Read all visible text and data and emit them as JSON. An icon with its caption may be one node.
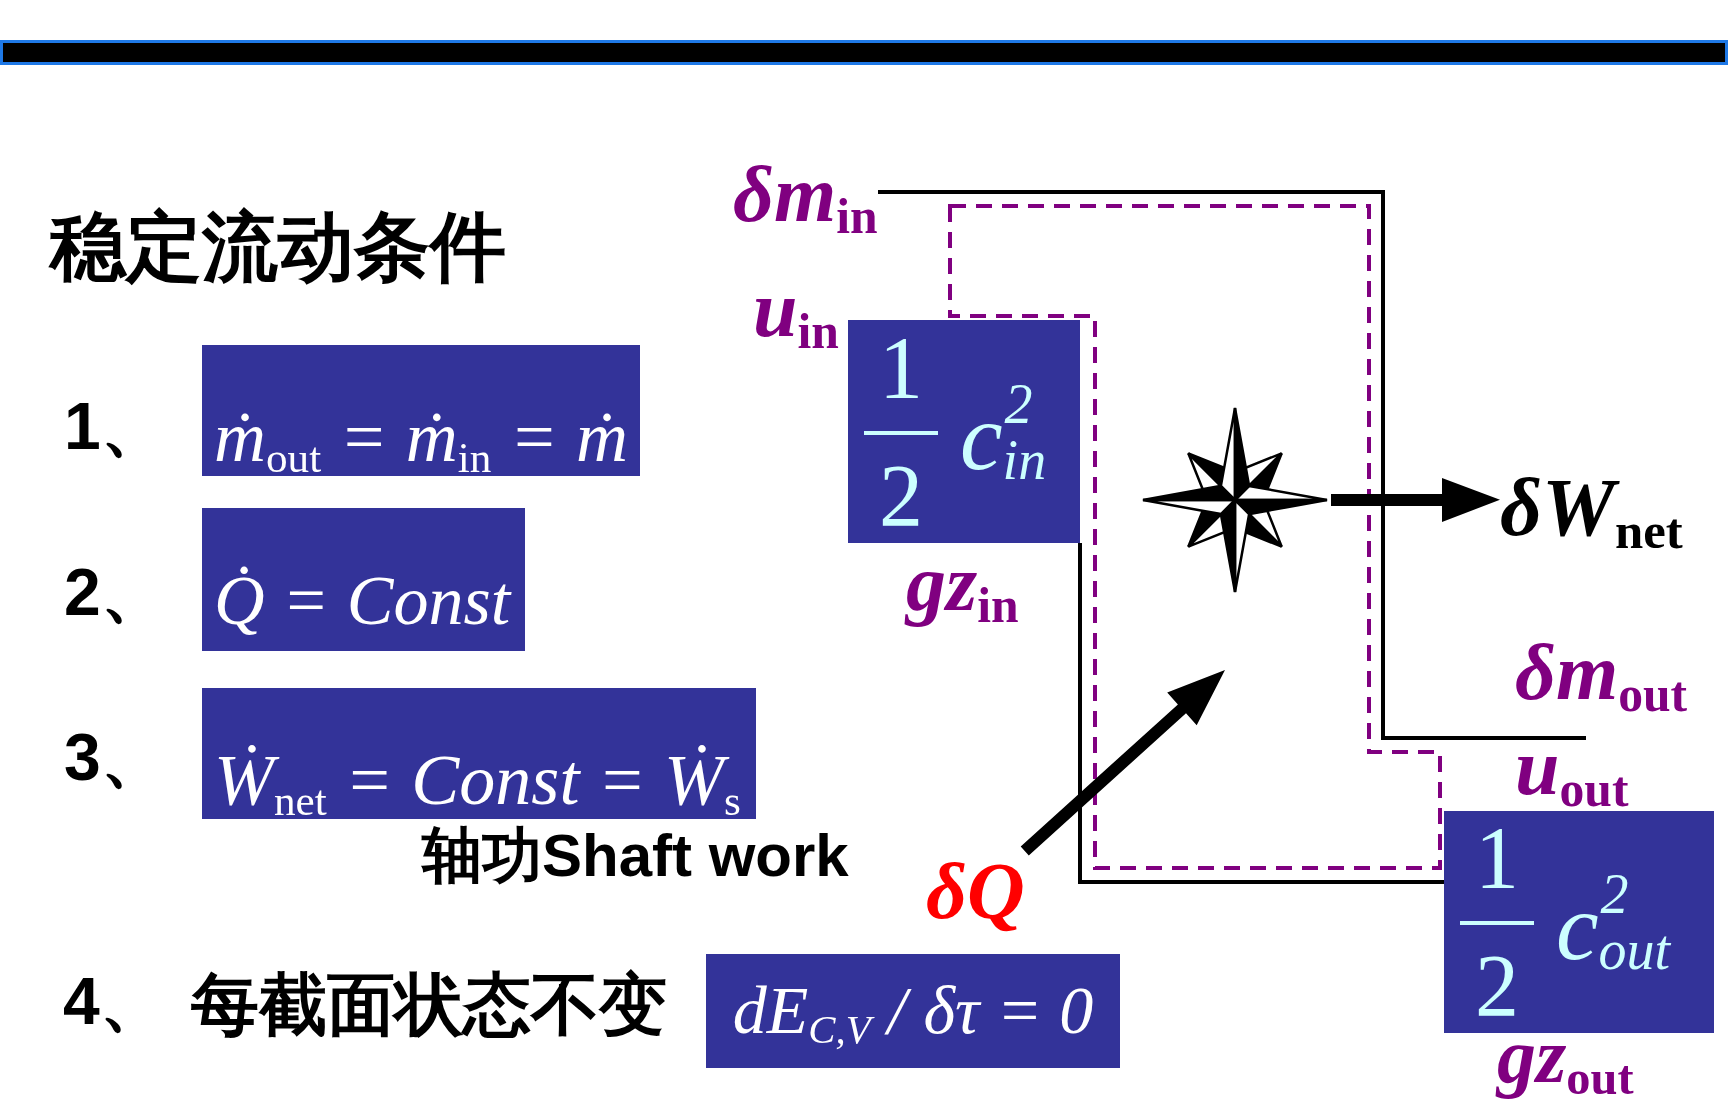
{
  "diagram": {
    "title": "稳定流动条件",
    "nodes": [
      {
        "text": [
          "ṁ$_{out}$ = ṁ$_{in}$ = ṁ"
        ]
      },
      {
        "text": [
          "Q̇ = Const"
        ]
      },
      {
        "text": [
          "Ẇ$_{net}$ = Const = Ẇ$_{s}$"
        ]
      },
      {
        "text": [
          "dE$_{C,V}$ / δτ = 0"
        ]
      },
      {
        "text": [
          "1",
          "2",
          "c",
          "2",
          "in"
        ]
      },
      {
        "text": [],
        "shape": "star"
      },
      {
        "text": [
          "δW$_{net}$"
        ]
      },
      {
        "text": [
          "δQ"
        ]
      },
      {
        "text": [
          "1",
          "2",
          "c",
          "2",
          "out"
        ]
      }
    ],
    "edges": [
      {
        "from": 5,
        "to": 6,
        "arrow": "to",
        "style": "thick"
      },
      {
        "from": 7,
        "to": null,
        "arrow": "to",
        "style": "thick"
      }
    ],
    "labels": [
      "1、",
      "2、",
      "3、",
      "轴功Shaft work",
      "4、",
      "每截面状态不变",
      "δm$_{in}$",
      "*u*$_{in}$",
      "*gz*$_{in}$",
      "δm$_{out}$",
      "*u*$_{out}$",
      "*gz*$_{out}$"
    ]
  }
}
